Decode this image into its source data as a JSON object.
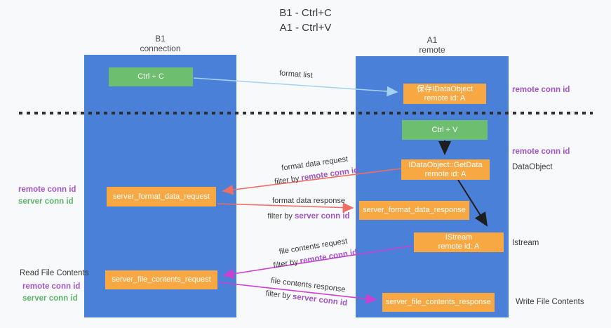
{
  "title": {
    "line1": "B1 - Ctrl+C",
    "line2": "A1 - Ctrl+V"
  },
  "lanes": {
    "left": {
      "name": "B1",
      "role": "connection"
    },
    "right": {
      "name": "A1",
      "role": "remote"
    }
  },
  "boxes": {
    "ctrl_c": "Ctrl + C",
    "ctrl_v": "Ctrl + V",
    "save_idataobject": {
      "line1": "保存IDataObject",
      "line2": "remote id: A"
    },
    "getdata": {
      "line1": "IDataObject::GetData",
      "line2": "remote id: A"
    },
    "istream": {
      "line1": "IStream",
      "line2": "remote id: A"
    },
    "format_request": "server_format_data_request",
    "format_response": "server_format_data_response",
    "file_request": "server_file_contents_request",
    "file_response": "server_file_contents_response"
  },
  "arrow_labels": {
    "format_list": "format list",
    "format_data_request": "format data request",
    "format_data_response": "format data response",
    "file_contents_request": "file contents request",
    "file_contents_response": "file contents response",
    "filter_by": "filter by ",
    "remote_conn_id": "remote conn id",
    "server_conn_id": "server conn id"
  },
  "side_labels": {
    "remote_conn_id": "remote conn id",
    "server_conn_id": "server conn id",
    "dataobject": "DataObject",
    "istream": "Istream",
    "read_file_contents": "Read File Contents",
    "write_file_contents": "Write File Contents"
  },
  "colors": {
    "lane_blue": "#4a80d8",
    "box_orange": "#f8a843",
    "box_green": "#6dbe6f",
    "label_purple": "#a256c5",
    "label_green": "#5cb46a",
    "arrow_light_blue": "#a6d3f2",
    "arrow_salmon": "#ee6e63",
    "arrow_magenta": "#cc3fd2",
    "arrow_black": "#1d1d1d",
    "dash_line": "#2e2e2e",
    "background": "#f8f9fa"
  }
}
